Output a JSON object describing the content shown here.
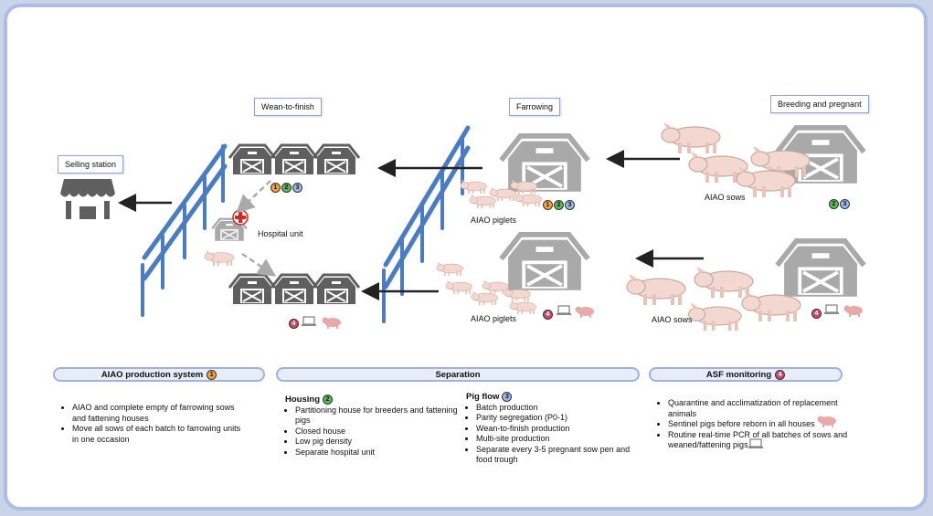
{
  "stages": {
    "selling_station": "Selling station",
    "wean_to_finish": "Wean-to-finish",
    "farrowing": "Farrowing",
    "breeding_pregnant": "Breeding and pregnant"
  },
  "labels": {
    "hospital_unit": "Hospital unit",
    "aiao_piglets_top": "AIAO piglets",
    "aiao_piglets_bottom": "AIAO piglets",
    "aiao_sows_top": "AIAO sows",
    "aiao_sows_bottom": "AIAO sows"
  },
  "badges": {
    "n1": "1",
    "n2": "2",
    "n3": "3",
    "n4": "4"
  },
  "panels": {
    "aiao": {
      "title": "AIAO production system",
      "items": [
        "AIAO and complete empty of farrowing sows and fattening houses",
        "Move all sows of each batch to farrowing units in one occasion"
      ]
    },
    "separation": {
      "title": "Separation",
      "housing_title": "Housing",
      "housing_items": [
        "Partitioning house for breeders and  fattening pigs",
        "Closed house",
        "Low pig density",
        "Separate hospital unit"
      ],
      "pigflow_title": "Pig flow",
      "pigflow_items": [
        "Batch production",
        "Parity segregation (P0-1)",
        "Wean-to-finish production",
        "Multi-site production",
        "Separate every 3-5 pregnant sow pen and food trough"
      ]
    },
    "asf": {
      "title": "ASF monitoring",
      "items": [
        "Quarantine and acclimatization of replacement animals",
        "Sentinel pigs before reborn in all houses",
        "Routine real-time PCR of all batches of sows and weaned/fattening pigs"
      ]
    }
  },
  "colors": {
    "fence": "#4a7cc4",
    "barn_dark": "#5f5f5f",
    "barn_light": "#a9a9a9",
    "pig": "#f2d8d0",
    "pill_border": "#9fb2dd",
    "badge1": "#f2a43a",
    "badge2": "#5cb85c",
    "badge3": "#9fb6e6",
    "badge4": "#d9466d"
  }
}
